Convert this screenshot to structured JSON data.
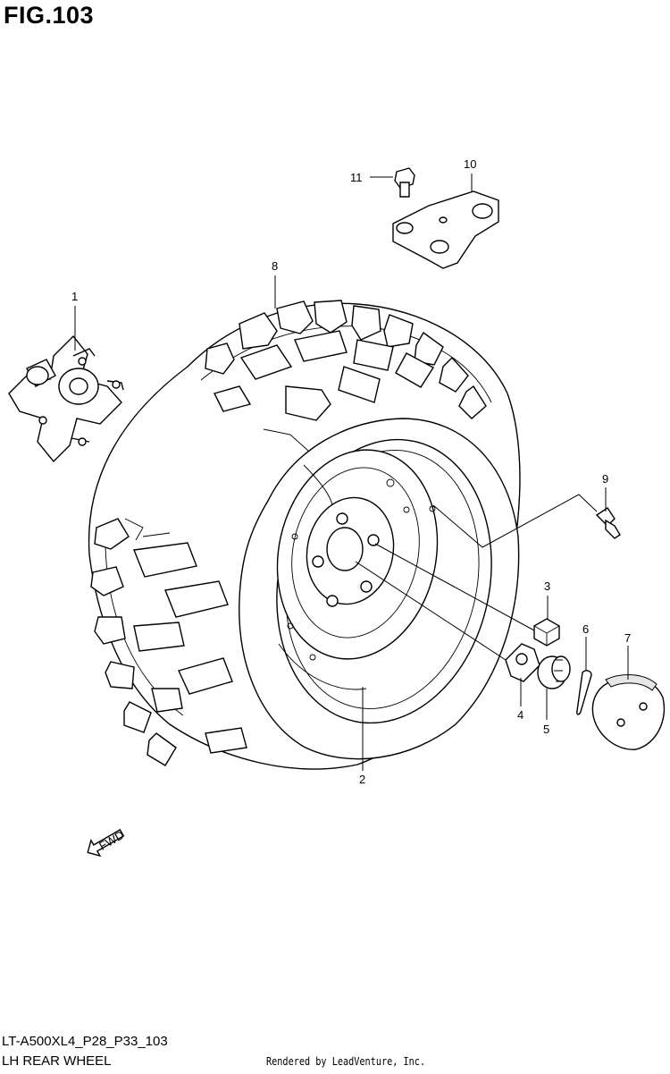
{
  "figure": {
    "title": "FIG.103",
    "model_code": "LT-A500XL4_P28_P33_103",
    "section_name": "LH REAR WHEEL",
    "rendered_by": "Rendered by LeadVenture, Inc.",
    "fwd_label": "FWD"
  },
  "parts": [
    {
      "ref": "1",
      "depicts": "rear wheel hub"
    },
    {
      "ref": "2",
      "depicts": "rear wheel rim"
    },
    {
      "ref": "3",
      "depicts": "wheel nut"
    },
    {
      "ref": "4",
      "depicts": "washer"
    },
    {
      "ref": "5",
      "depicts": "castle nut"
    },
    {
      "ref": "6",
      "depicts": "cotter pin"
    },
    {
      "ref": "7",
      "depicts": "hub cap"
    },
    {
      "ref": "8",
      "depicts": "rear tire"
    },
    {
      "ref": "9",
      "depicts": "tire valve"
    },
    {
      "ref": "10",
      "depicts": "bracket plate"
    },
    {
      "ref": "11",
      "depicts": "bolt"
    }
  ]
}
